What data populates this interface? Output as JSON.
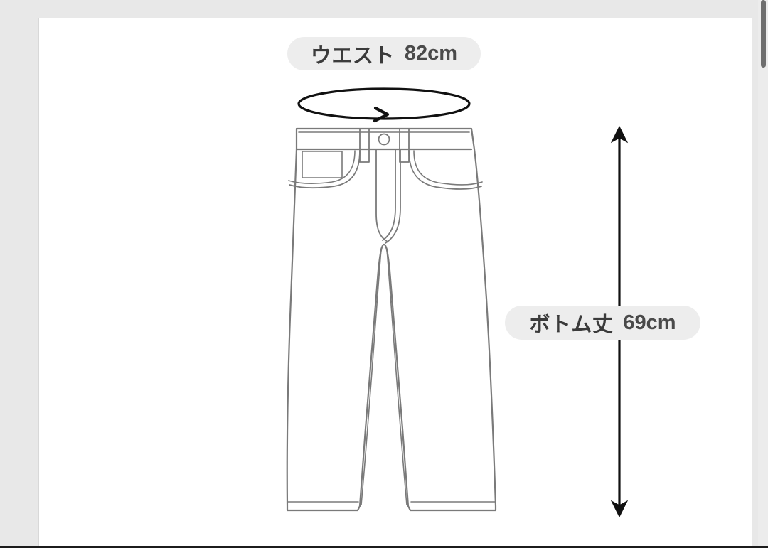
{
  "page": {
    "background_color": "#e8e8e8",
    "card_color": "#ffffff"
  },
  "scrollbar": {
    "thumb_color": "#6e6e6e",
    "track_color": "#ececec"
  },
  "diagram": {
    "type": "garment-measurement-diagram",
    "garment": "pants",
    "line_color": "#7a7a7a",
    "arrow_color": "#111111",
    "measurements": [
      {
        "id": "waist",
        "name": "ウエスト",
        "value": "82cm",
        "indicator": "ellipse-loop-arrow"
      },
      {
        "id": "bottom-length",
        "name": "ボトム丈",
        "value": "69cm",
        "indicator": "vertical-double-arrow"
      }
    ]
  },
  "labels": {
    "waist": {
      "name": "ウエスト",
      "value": "82cm"
    },
    "bottom_length": {
      "name": "ボトム丈",
      "value": "69cm"
    }
  },
  "icons": {
    "waist_loop": "ellipse-arrow-icon",
    "length_arrow": "double-arrow-vertical-icon",
    "scrollbar": "scrollbar-thumb"
  }
}
